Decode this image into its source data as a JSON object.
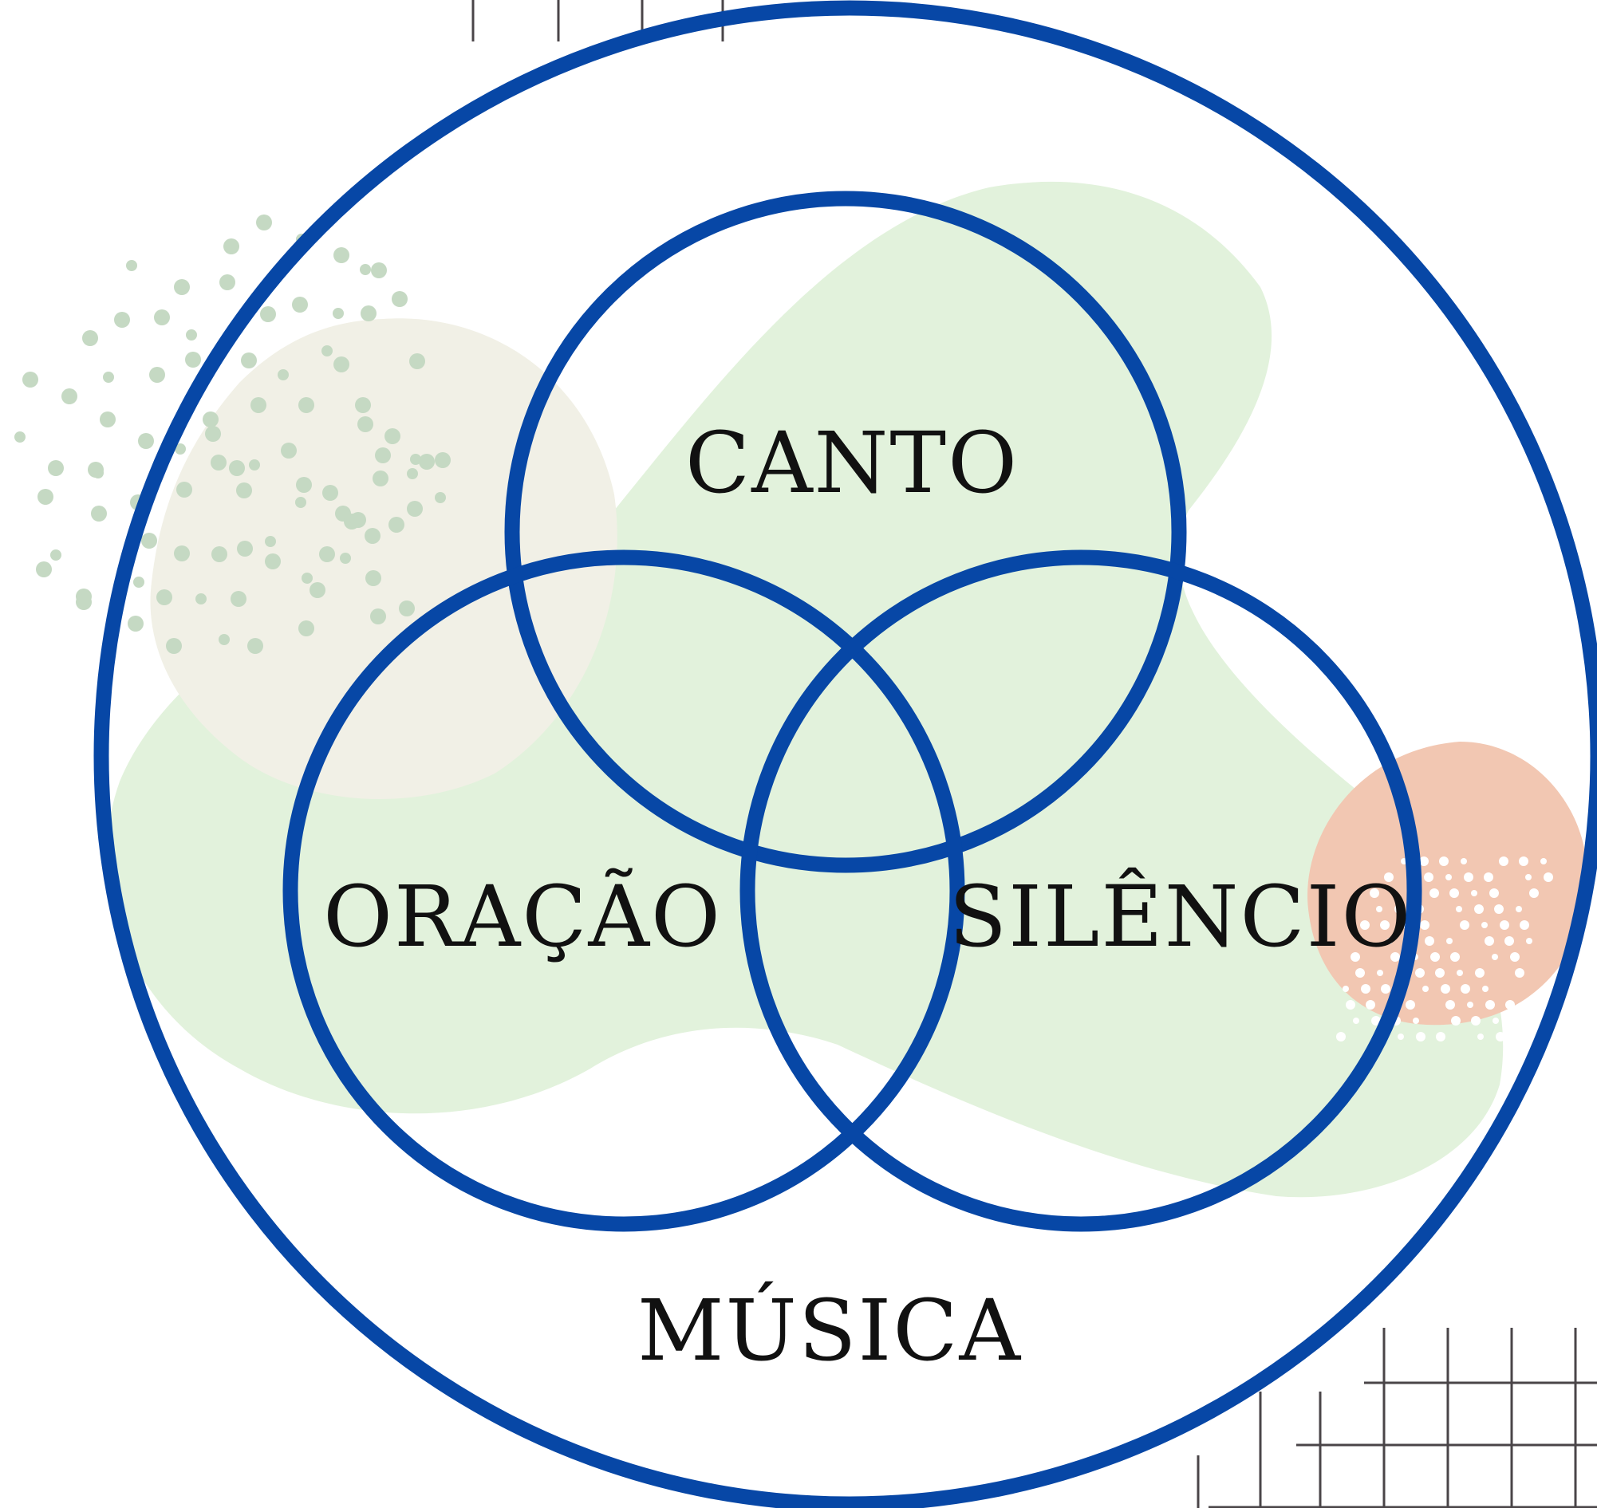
{
  "colors": {
    "ring": "#0747A6",
    "blob_green": "#E2F2DC",
    "blob_beige": "#F1F0E6",
    "blob_peach": "#F2C7B2",
    "dots_green": "#C5D9C3",
    "dots_white": "#FFFFFF",
    "grid": "#4A4548",
    "text": "#111111"
  },
  "diagram": {
    "outer_label": "MÚSICA",
    "circles": [
      {
        "id": "canto",
        "label": "CANTO"
      },
      {
        "id": "oracao",
        "label": "ORAÇÃO"
      },
      {
        "id": "silencio",
        "label": "SILÊNCIO"
      }
    ]
  }
}
